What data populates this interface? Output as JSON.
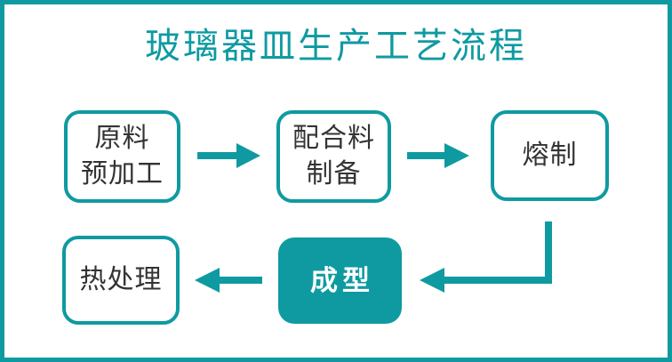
{
  "title": "玻璃器皿生产工艺流程",
  "colors": {
    "accent_teal": "#0f9aa1",
    "node_text_dark": "#333333",
    "filled_node_text": "#ffffff",
    "background": "#ffffff"
  },
  "nodes": [
    {
      "id": "raw-material-pretreatment",
      "label": "原料\n预加工",
      "variant": "outline"
    },
    {
      "id": "batch-preparation",
      "label": "配合料\n制备",
      "variant": "outline"
    },
    {
      "id": "melting",
      "label": "熔制",
      "variant": "outline"
    },
    {
      "id": "forming",
      "label": "成型",
      "variant": "filled"
    },
    {
      "id": "heat-treatment",
      "label": "热处理",
      "variant": "outline"
    }
  ],
  "connections": [
    {
      "from": "原料预加工",
      "to": "配合料制备",
      "direction": "right"
    },
    {
      "from": "配合料制备",
      "to": "熔制",
      "direction": "right"
    },
    {
      "from": "熔制",
      "to": "成型",
      "direction": "down-left-elbow"
    },
    {
      "from": "成型",
      "to": "热处理",
      "direction": "left"
    }
  ]
}
